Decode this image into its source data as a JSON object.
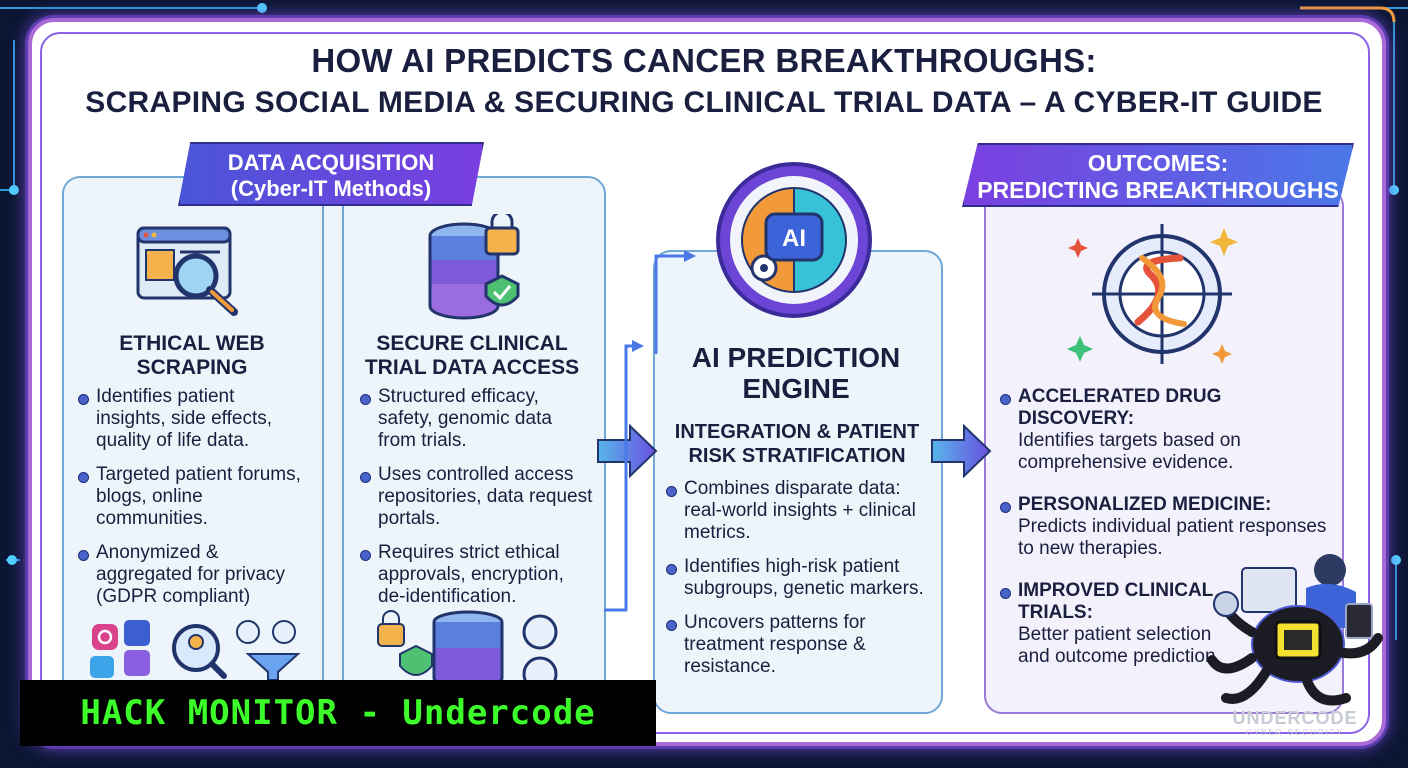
{
  "title": {
    "line1": "HOW AI PREDICTS CANCER BREAKTHROUGHS:",
    "line2": "SCRAPING SOCIAL MEDIA & SECURING CLINICAL TRIAL DATA – A CYBER-IT GUIDE"
  },
  "acquisition": {
    "ribbon_line1": "DATA ACQUISITION",
    "ribbon_line2": "(Cyber-IT Methods)",
    "scraping": {
      "heading_line1": "ETHICAL WEB",
      "heading_line2": "SCRAPING",
      "bullets": [
        "Identifies patient insights, side effects, quality of life data.",
        "Targeted patient forums, blogs, online communities.",
        "Anonymized & aggregated for privacy (GDPR compliant)"
      ]
    },
    "clinical": {
      "heading_line1": "SECURE CLINICAL",
      "heading_line2": "TRIAL DATA ACCESS",
      "bullets": [
        "Structured efficacy, safety, genomic data from trials.",
        "Uses controlled access repositories, data request portals.",
        "Requires strict ethical approvals, encryption, de-identification."
      ]
    }
  },
  "engine": {
    "badge": "AI",
    "heading_line1": "AI PREDICTION",
    "heading_line2": "ENGINE",
    "subheading_line1": "INTEGRATION & PATIENT",
    "subheading_line2": "RISK STRATIFICATION",
    "bullets": [
      "Combines disparate data: real-world insights + clinical metrics.",
      "Identifies high-risk patient subgroups, genetic markers.",
      "Uncovers patterns for treatment response & resistance."
    ]
  },
  "outcomes": {
    "ribbon_line1": "OUTCOMES:",
    "ribbon_line2": "PREDICTING BREAKTHROUGHS",
    "items": [
      {
        "lead": "ACCELERATED DRUG DISCOVERY:",
        "text": "Identifies targets based on comprehensive evidence."
      },
      {
        "lead": "PERSONALIZED MEDICINE:",
        "text": "Predicts individual patient responses to new therapies."
      },
      {
        "lead": "IMPROVED CLINICAL TRIALS:",
        "text": "Better patient selection and outcome prediction."
      }
    ]
  },
  "banner": {
    "text": "HACK MONITOR - Undercode"
  },
  "logo": {
    "name": "UNDERCODE",
    "tagline": "CYBER SECURITY"
  },
  "colors": {
    "accent_purple": "#7a3fe0",
    "accent_blue": "#4a63c8",
    "terminal_green": "#3cff2a"
  }
}
